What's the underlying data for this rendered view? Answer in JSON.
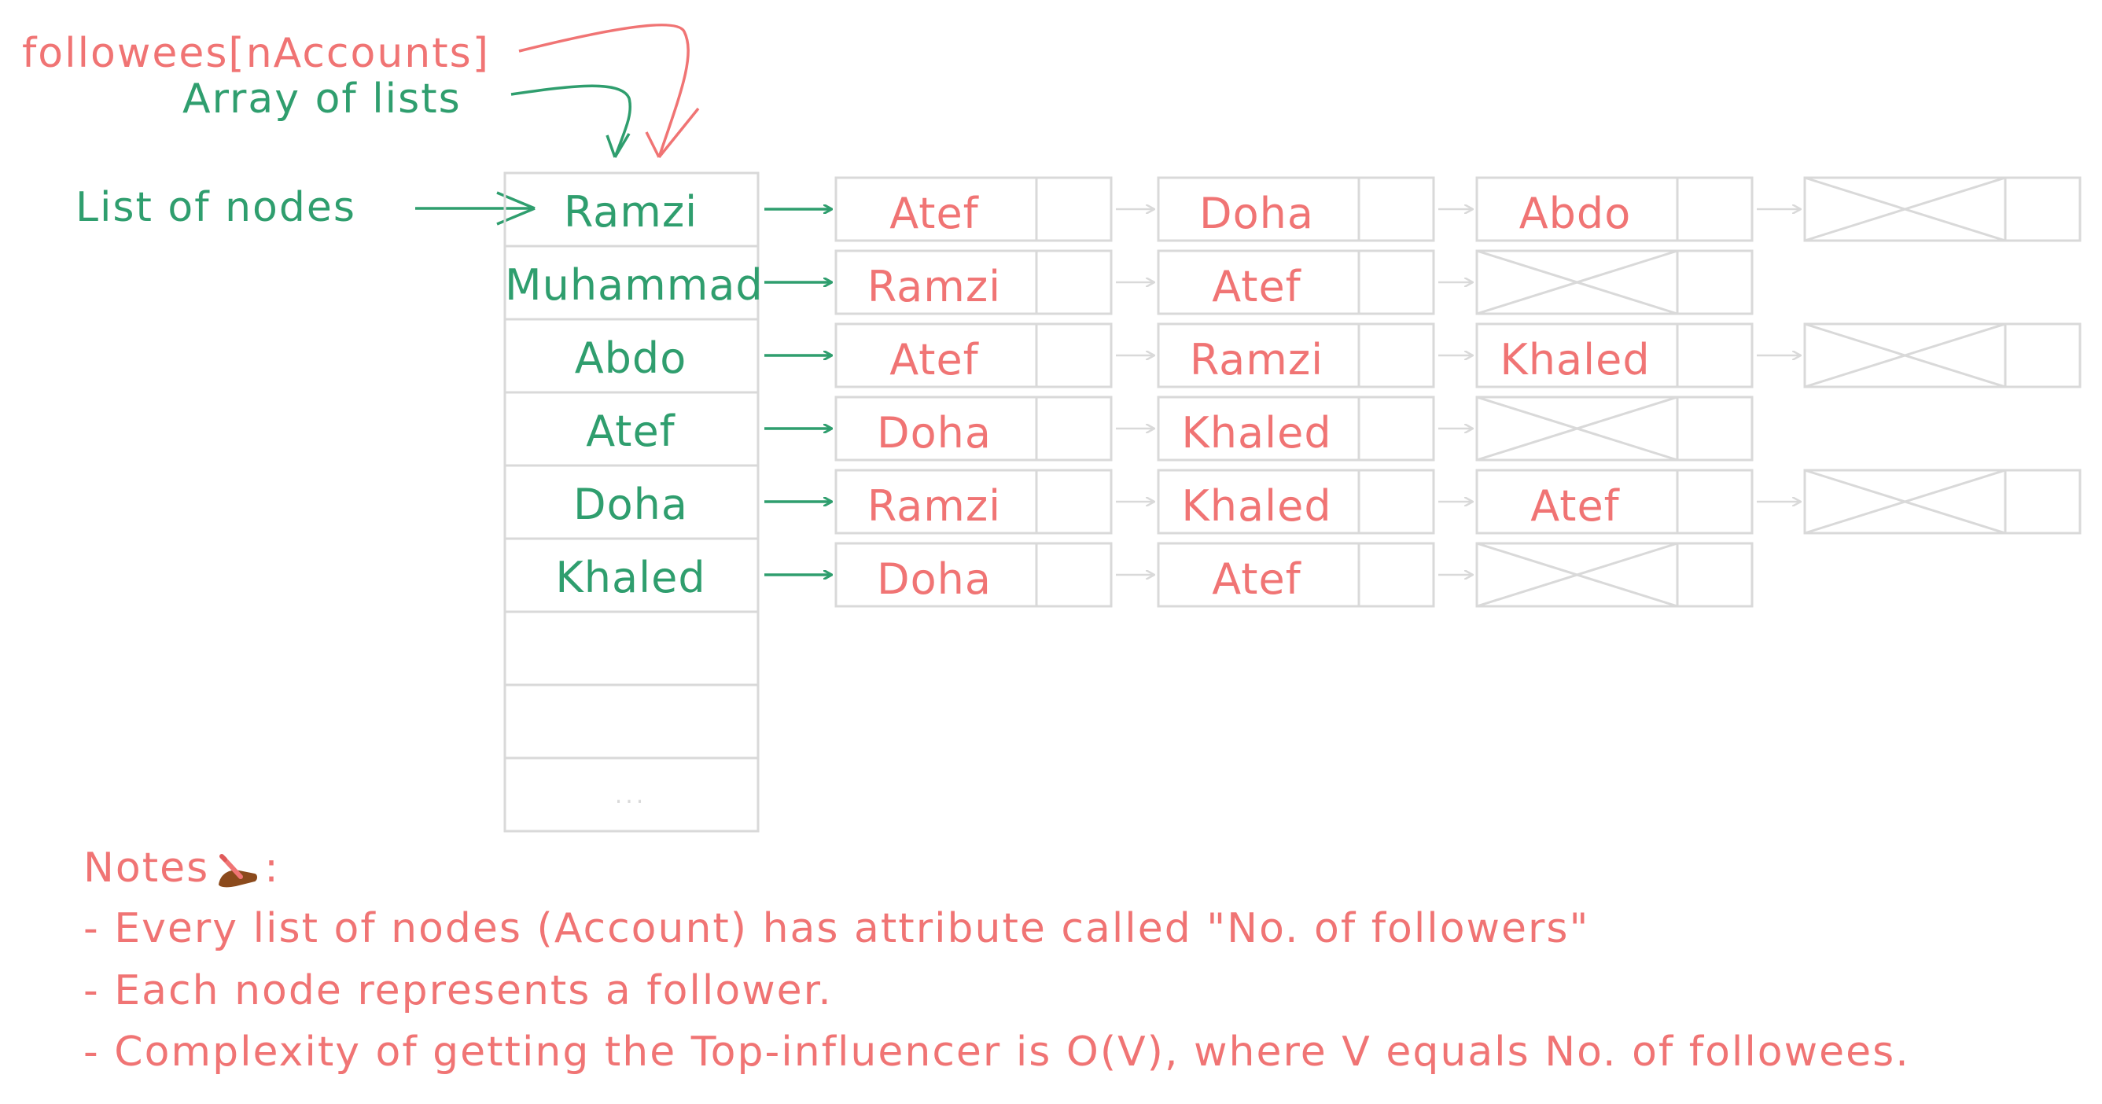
{
  "labels": {
    "followees": "followees[nAccounts]",
    "array_of_lists": "Array of lists",
    "list_of_nodes": "List of nodes"
  },
  "accounts": [
    "Ramzi",
    "Muhammad",
    "Abdo",
    "Atef",
    "Doha",
    "Khaled"
  ],
  "array_more": "...",
  "lists": [
    {
      "nodes": [
        "Atef",
        "Doha",
        "Abdo"
      ],
      "null_terminated": true
    },
    {
      "nodes": [
        "Ramzi",
        "Atef"
      ],
      "null_terminated": true
    },
    {
      "nodes": [
        "Atef",
        "Ramzi",
        "Khaled"
      ],
      "null_terminated": true
    },
    {
      "nodes": [
        "Doha",
        "Khaled"
      ],
      "null_terminated": true
    },
    {
      "nodes": [
        "Ramzi",
        "Khaled",
        "Atef"
      ],
      "null_terminated": true
    },
    {
      "nodes": [
        "Doha",
        "Atef"
      ],
      "null_terminated": true
    }
  ],
  "notes": {
    "title": "Notes",
    "title_suffix": ":",
    "lines": [
      "- Every list of nodes (Account) has attribute called \"No. of followers\"",
      "- Each node represents a follower.",
      "- Complexity of getting the Top-influencer is O(V), where V equals No. of followees."
    ]
  },
  "colors": {
    "green": "#2f9e6e",
    "red": "#f07474",
    "box": "#d9d9d9"
  }
}
